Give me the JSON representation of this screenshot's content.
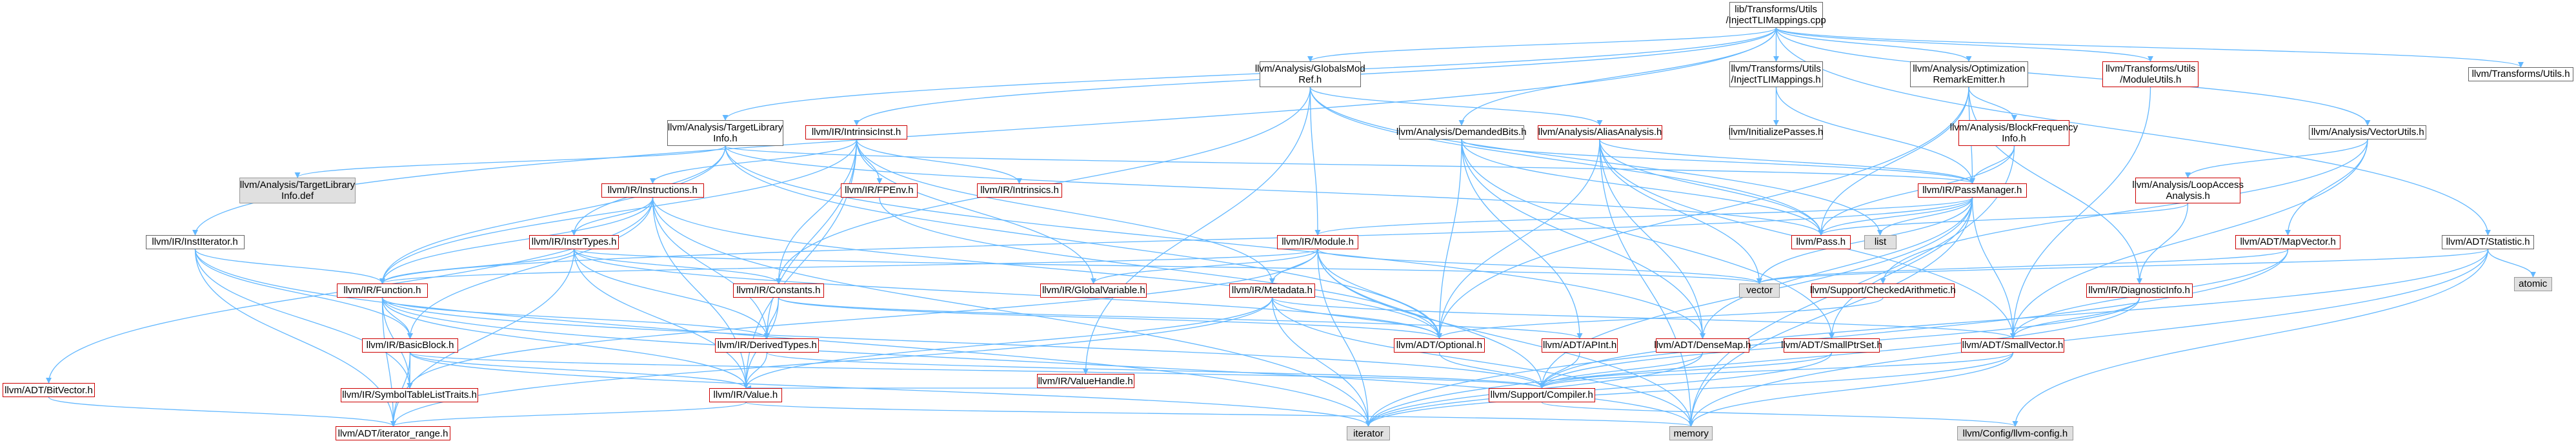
{
  "colors": {
    "edge": "#63b8ff",
    "linked_border": "#666666",
    "incomplete_border": "#cc0000",
    "external_fill": "#e0e0e0",
    "root_fill": "#999999"
  },
  "nodes": {
    "root": {
      "label": "lib/Transforms/Utils\n/InjectTLIMappings.cpp",
      "style": "root"
    },
    "globals_mod_ref": {
      "label": "llvm/Analysis/GlobalsMod\nRef.h",
      "style": "normal"
    },
    "inject_tli_h": {
      "label": "llvm/Transforms/Utils\n/InjectTLIMappings.h",
      "style": "normal"
    },
    "opt_remark": {
      "label": "llvm/Analysis/Optimization\nRemarkEmitter.h",
      "style": "normal"
    },
    "module_utils": {
      "label": "llvm/Transforms/Utils\n/ModuleUtils.h",
      "style": "red"
    },
    "vector_utils": {
      "label": "llvm/Analysis/VectorUtils.h",
      "style": "normal"
    },
    "transforms_utils": {
      "label": "llvm/Transforms/Utils.h",
      "style": "normal"
    },
    "target_lib_info": {
      "label": "llvm/Analysis/TargetLibrary\nInfo.h",
      "style": "normal"
    },
    "intrinsic_inst": {
      "label": "llvm/IR/IntrinsicInst.h",
      "style": "red"
    },
    "demanded_bits": {
      "label": "llvm/Analysis/DemandedBits.h",
      "style": "normal"
    },
    "alias_analysis": {
      "label": "llvm/Analysis/AliasAnalysis.h",
      "style": "red"
    },
    "initialize_passes": {
      "label": "llvm/InitializePasses.h",
      "style": "normal"
    },
    "block_freq": {
      "label": "llvm/Analysis/BlockFrequency\nInfo.h",
      "style": "red"
    },
    "loop_access": {
      "label": "llvm/Analysis/LoopAccess\nAnalysis.h",
      "style": "red"
    },
    "tli_def": {
      "label": "llvm/Analysis/TargetLibrary\nInfo.def",
      "style": "grey"
    },
    "instructions": {
      "label": "llvm/IR/Instructions.h",
      "style": "red"
    },
    "fpenv": {
      "label": "llvm/IR/FPEnv.h",
      "style": "red"
    },
    "intrinsics": {
      "label": "llvm/IR/Intrinsics.h",
      "style": "red"
    },
    "pass_manager": {
      "label": "llvm/IR/PassManager.h",
      "style": "red"
    },
    "pass": {
      "label": "llvm/Pass.h",
      "style": "red"
    },
    "list": {
      "label": "list",
      "style": "grey"
    },
    "inst_iterator": {
      "label": "llvm/IR/InstIterator.h",
      "style": "normal"
    },
    "instr_types": {
      "label": "llvm/IR/InstrTypes.h",
      "style": "red"
    },
    "module": {
      "label": "llvm/IR/Module.h",
      "style": "red"
    },
    "map_vector": {
      "label": "llvm/ADT/MapVector.h",
      "style": "red"
    },
    "statistic": {
      "label": "llvm/ADT/Statistic.h",
      "style": "normal"
    },
    "atomic": {
      "label": "atomic",
      "style": "grey"
    },
    "vector": {
      "label": "vector",
      "style": "grey"
    },
    "function": {
      "label": "llvm/IR/Function.h",
      "style": "red"
    },
    "constants": {
      "label": "llvm/IR/Constants.h",
      "style": "red"
    },
    "global_variable": {
      "label": "llvm/IR/GlobalVariable.h",
      "style": "red"
    },
    "metadata": {
      "label": "llvm/IR/Metadata.h",
      "style": "red"
    },
    "checked_arith": {
      "label": "llvm/Support/CheckedArithmetic.h",
      "style": "red"
    },
    "diag_info": {
      "label": "llvm/IR/DiagnosticInfo.h",
      "style": "red"
    },
    "basic_block": {
      "label": "llvm/IR/BasicBlock.h",
      "style": "red"
    },
    "derived_types": {
      "label": "llvm/IR/DerivedTypes.h",
      "style": "red"
    },
    "optional": {
      "label": "llvm/ADT/Optional.h",
      "style": "red"
    },
    "apint": {
      "label": "llvm/ADT/APInt.h",
      "style": "red"
    },
    "dense_map": {
      "label": "llvm/ADT/DenseMap.h",
      "style": "red"
    },
    "small_ptr_set": {
      "label": "llvm/ADT/SmallPtrSet.h",
      "style": "red"
    },
    "small_vector": {
      "label": "llvm/ADT/SmallVector.h",
      "style": "red"
    },
    "value_handle": {
      "label": "llvm/IR/ValueHandle.h",
      "style": "red"
    },
    "bit_vector": {
      "label": "llvm/ADT/BitVector.h",
      "style": "red"
    },
    "symtab_traits": {
      "label": "llvm/IR/SymbolTableListTraits.h",
      "style": "red"
    },
    "value": {
      "label": "llvm/IR/Value.h",
      "style": "red"
    },
    "compiler": {
      "label": "llvm/Support/Compiler.h",
      "style": "red"
    },
    "iterator_range": {
      "label": "llvm/ADT/iterator_range.h",
      "style": "red"
    },
    "iterator": {
      "label": "iterator",
      "style": "grey"
    },
    "memory": {
      "label": "memory",
      "style": "grey"
    },
    "llvm_config": {
      "label": "llvm/Config/llvm-config.h",
      "style": "grey"
    }
  },
  "edges": [
    [
      "root",
      "globals_mod_ref"
    ],
    [
      "root",
      "inject_tli_h"
    ],
    [
      "root",
      "opt_remark"
    ],
    [
      "root",
      "module_utils"
    ],
    [
      "root",
      "vector_utils"
    ],
    [
      "root",
      "transforms_utils"
    ],
    [
      "root",
      "target_lib_info"
    ],
    [
      "root",
      "intrinsic_inst"
    ],
    [
      "root",
      "demanded_bits"
    ],
    [
      "root",
      "inst_iterator"
    ],
    [
      "root",
      "statistic"
    ],
    [
      "globals_mod_ref",
      "alias_analysis"
    ],
    [
      "globals_mod_ref",
      "module"
    ],
    [
      "globals_mod_ref",
      "pass"
    ],
    [
      "globals_mod_ref",
      "value_handle"
    ],
    [
      "globals_mod_ref",
      "list"
    ],
    [
      "globals_mod_ref",
      "constants"
    ],
    [
      "inject_tli_h",
      "initialize_passes"
    ],
    [
      "inject_tli_h",
      "pass_manager"
    ],
    [
      "opt_remark",
      "block_freq"
    ],
    [
      "opt_remark",
      "pass_manager"
    ],
    [
      "opt_remark",
      "diag_info"
    ],
    [
      "opt_remark",
      "pass"
    ],
    [
      "opt_remark",
      "optional"
    ],
    [
      "module_utils",
      "small_vector"
    ],
    [
      "vector_utils",
      "loop_access"
    ],
    [
      "vector_utils",
      "map_vector"
    ],
    [
      "vector_utils",
      "checked_arith"
    ],
    [
      "vector_utils",
      "small_vector"
    ],
    [
      "target_lib_info",
      "tli_def"
    ],
    [
      "target_lib_info",
      "pass_manager"
    ],
    [
      "target_lib_info",
      "pass"
    ],
    [
      "target_lib_info",
      "function"
    ],
    [
      "target_lib_info",
      "instr_types"
    ],
    [
      "target_lib_info",
      "optional"
    ],
    [
      "target_lib_info",
      "dense_map"
    ],
    [
      "intrinsic_inst",
      "instructions"
    ],
    [
      "intrinsic_inst",
      "fpenv"
    ],
    [
      "intrinsic_inst",
      "intrinsics"
    ],
    [
      "intrinsic_inst",
      "constants"
    ],
    [
      "intrinsic_inst",
      "derived_types"
    ],
    [
      "intrinsic_inst",
      "function"
    ],
    [
      "intrinsic_inst",
      "global_variable"
    ],
    [
      "intrinsic_inst",
      "value"
    ],
    [
      "intrinsic_inst",
      "metadata"
    ],
    [
      "demanded_bits",
      "pass_manager"
    ],
    [
      "demanded_bits",
      "pass"
    ],
    [
      "demanded_bits",
      "apint"
    ],
    [
      "demanded_bits",
      "dense_map"
    ],
    [
      "demanded_bits",
      "small_ptr_set"
    ],
    [
      "demanded_bits",
      "optional"
    ],
    [
      "alias_analysis",
      "pass_manager"
    ],
    [
      "alias_analysis",
      "pass"
    ],
    [
      "alias_analysis",
      "vector"
    ],
    [
      "alias_analysis",
      "optional"
    ],
    [
      "alias_analysis",
      "small_vector"
    ],
    [
      "alias_analysis",
      "dense_map"
    ],
    [
      "alias_analysis",
      "memory"
    ],
    [
      "block_freq",
      "pass_manager"
    ],
    [
      "block_freq",
      "pass"
    ],
    [
      "block_freq",
      "memory"
    ],
    [
      "loop_access",
      "pass"
    ],
    [
      "loop_access",
      "diag_info"
    ],
    [
      "instructions",
      "instr_types"
    ],
    [
      "instructions",
      "function"
    ],
    [
      "instructions",
      "basic_block"
    ],
    [
      "instructions",
      "derived_types"
    ],
    [
      "instructions",
      "bit_vector"
    ],
    [
      "instructions",
      "value"
    ],
    [
      "instructions",
      "optional"
    ],
    [
      "instructions",
      "iterator"
    ],
    [
      "fpenv",
      "optional"
    ],
    [
      "pass_manager",
      "module"
    ],
    [
      "pass_manager",
      "pass"
    ],
    [
      "pass_manager",
      "list"
    ],
    [
      "pass_manager",
      "function"
    ],
    [
      "pass_manager",
      "small_ptr_set"
    ],
    [
      "pass_manager",
      "small_vector"
    ],
    [
      "pass_manager",
      "dense_map"
    ],
    [
      "pass_manager",
      "compiler"
    ],
    [
      "pass_manager",
      "vector"
    ],
    [
      "pass_manager",
      "memory"
    ],
    [
      "inst_iterator",
      "function"
    ],
    [
      "inst_iterator",
      "basic_block"
    ],
    [
      "inst_iterator",
      "symtab_traits"
    ],
    [
      "inst_iterator",
      "iterator_range"
    ],
    [
      "inst_iterator",
      "iterator"
    ],
    [
      "instr_types",
      "function"
    ],
    [
      "instr_types",
      "constants"
    ],
    [
      "instr_types",
      "derived_types"
    ],
    [
      "instr_types",
      "value"
    ],
    [
      "instr_types",
      "optional"
    ],
    [
      "instr_types",
      "iterator_range"
    ],
    [
      "instr_types",
      "vector"
    ],
    [
      "module",
      "function"
    ],
    [
      "module",
      "global_variable"
    ],
    [
      "module",
      "metadata"
    ],
    [
      "module",
      "optional"
    ],
    [
      "module",
      "compiler"
    ],
    [
      "module",
      "iterator"
    ],
    [
      "module",
      "memory"
    ],
    [
      "module",
      "vector"
    ],
    [
      "module",
      "symtab_traits"
    ],
    [
      "map_vector",
      "small_vector"
    ],
    [
      "map_vector",
      "vector"
    ],
    [
      "map_vector",
      "iterator"
    ],
    [
      "statistic",
      "compiler"
    ],
    [
      "statistic",
      "atomic"
    ],
    [
      "statistic",
      "memory"
    ],
    [
      "statistic",
      "vector"
    ],
    [
      "statistic",
      "llvm_config"
    ],
    [
      "function",
      "basic_block"
    ],
    [
      "function",
      "derived_types"
    ],
    [
      "function",
      "symtab_traits"
    ],
    [
      "function",
      "value"
    ],
    [
      "function",
      "iterator_range"
    ],
    [
      "function",
      "compiler"
    ],
    [
      "function",
      "memory"
    ],
    [
      "constants",
      "derived_types"
    ],
    [
      "constants",
      "value"
    ],
    [
      "constants",
      "apint"
    ],
    [
      "constants",
      "optional"
    ],
    [
      "metadata",
      "value"
    ],
    [
      "metadata",
      "iterator_range"
    ],
    [
      "metadata",
      "iterator"
    ],
    [
      "metadata",
      "memory"
    ],
    [
      "metadata",
      "optional"
    ],
    [
      "metadata",
      "small_vector"
    ],
    [
      "checked_arith",
      "optional"
    ],
    [
      "diag_info",
      "small_vector"
    ],
    [
      "diag_info",
      "iterator"
    ],
    [
      "diag_info",
      "compiler"
    ],
    [
      "basic_block",
      "value"
    ],
    [
      "basic_block",
      "symtab_traits"
    ],
    [
      "basic_block",
      "iterator_range"
    ],
    [
      "basic_block",
      "iterator"
    ],
    [
      "basic_block",
      "compiler"
    ],
    [
      "derived_types",
      "value"
    ],
    [
      "derived_types",
      "compiler"
    ],
    [
      "optional",
      "compiler"
    ],
    [
      "apint",
      "compiler"
    ],
    [
      "dense_map",
      "compiler"
    ],
    [
      "dense_map",
      "iterator"
    ],
    [
      "small_ptr_set",
      "compiler"
    ],
    [
      "small_ptr_set",
      "iterator"
    ],
    [
      "small_vector",
      "compiler"
    ],
    [
      "small_vector",
      "iterator"
    ],
    [
      "small_vector",
      "memory"
    ],
    [
      "value_handle",
      "value"
    ],
    [
      "bit_vector",
      "iterator_range"
    ],
    [
      "value",
      "iterator_range"
    ],
    [
      "value",
      "memory"
    ],
    [
      "compiler",
      "llvm_config"
    ]
  ]
}
